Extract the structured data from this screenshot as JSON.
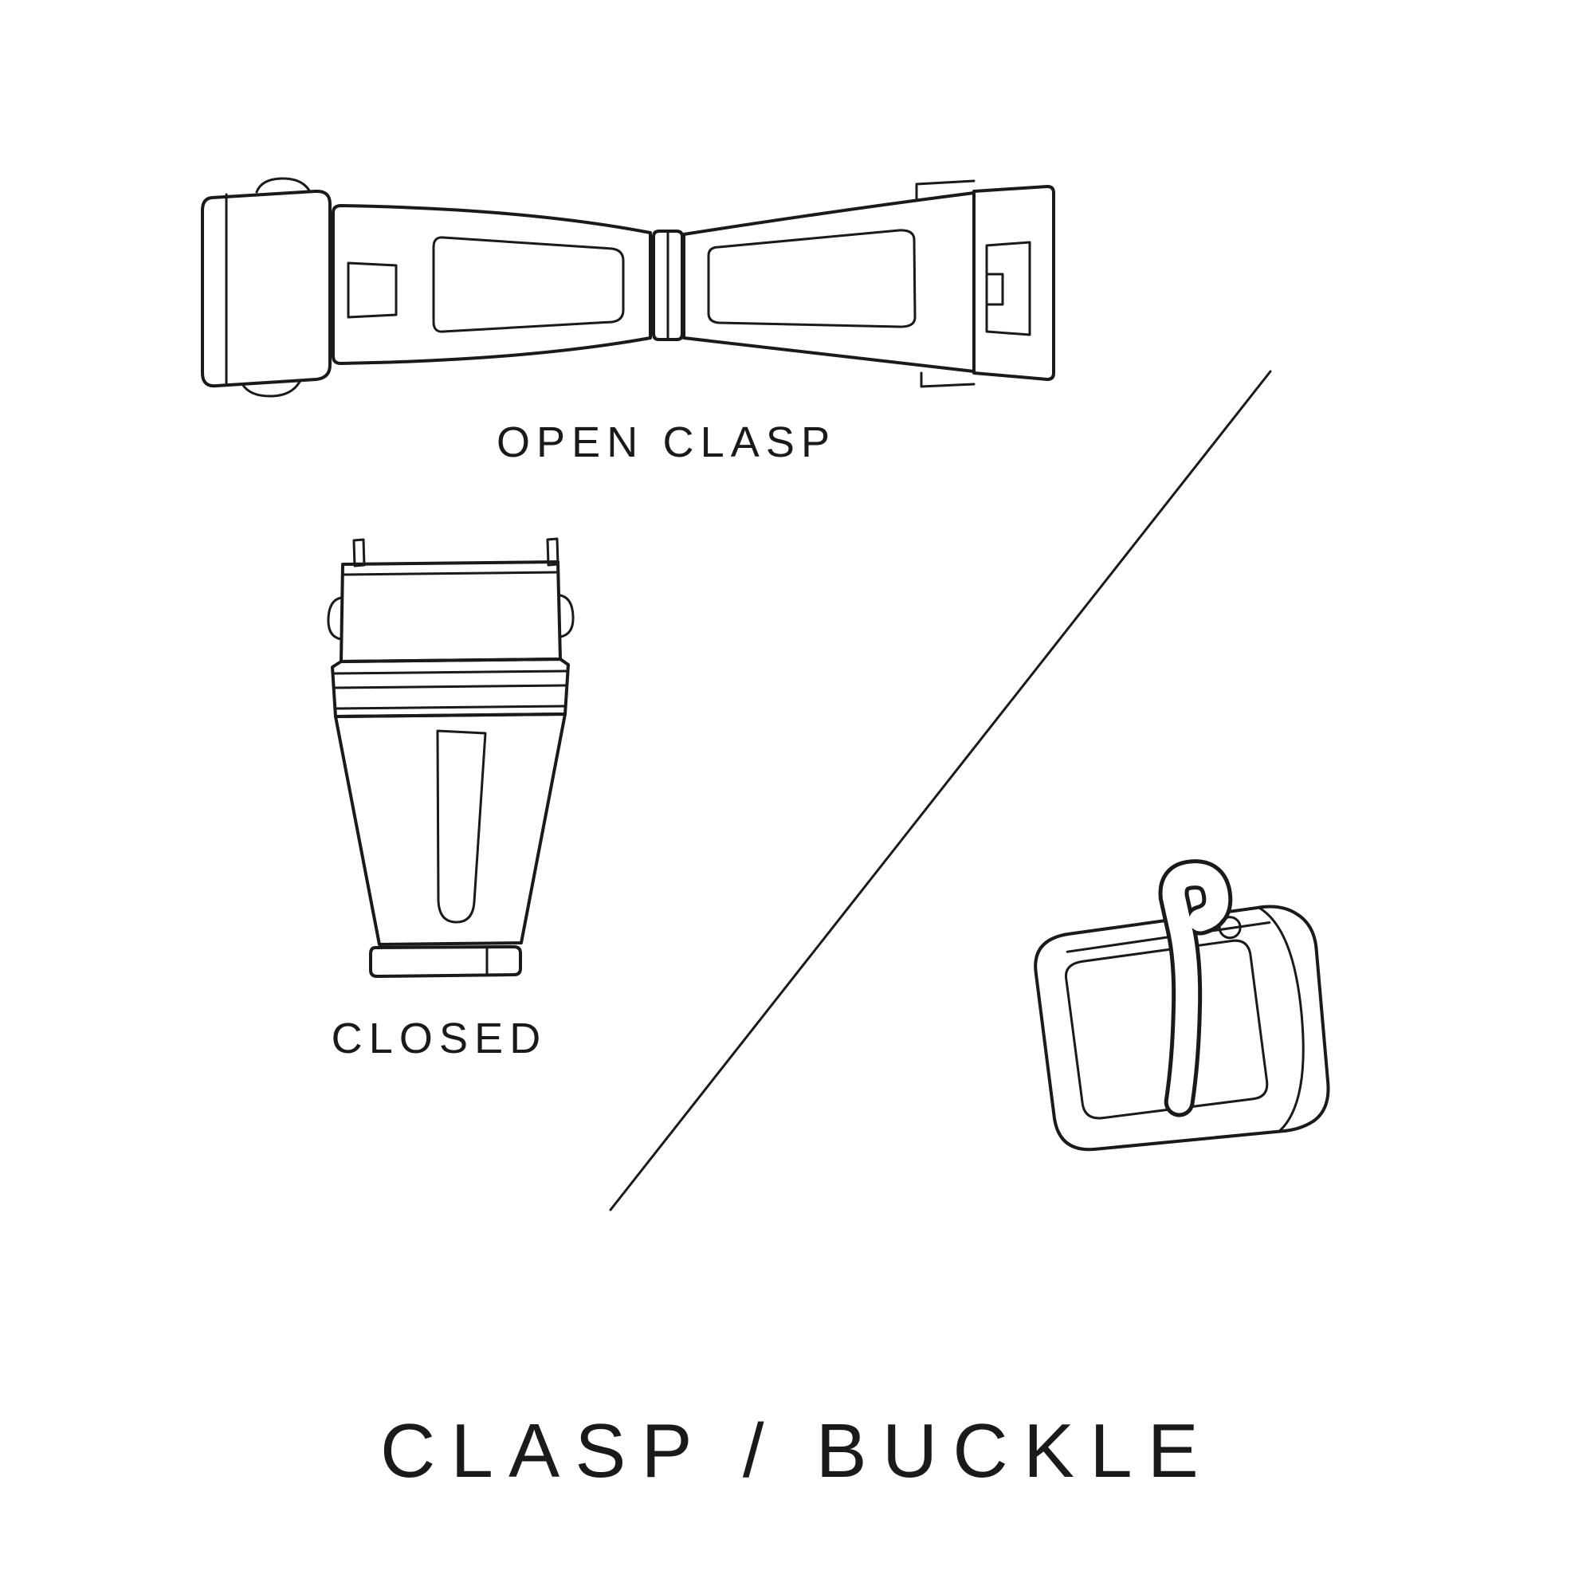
{
  "colors": {
    "background": "#ffffff",
    "line": "#1a1a1a",
    "text": "#1a1a1a"
  },
  "labels": {
    "open_clasp": "OPEN CLASP",
    "closed": "CLOSED",
    "title": "CLASP / BUCKLE"
  },
  "illustrations": [
    {
      "name": "open-clasp-illustration"
    },
    {
      "name": "closed-clasp-illustration"
    },
    {
      "name": "buckle-illustration"
    },
    {
      "name": "diagonal-divider-line"
    }
  ]
}
